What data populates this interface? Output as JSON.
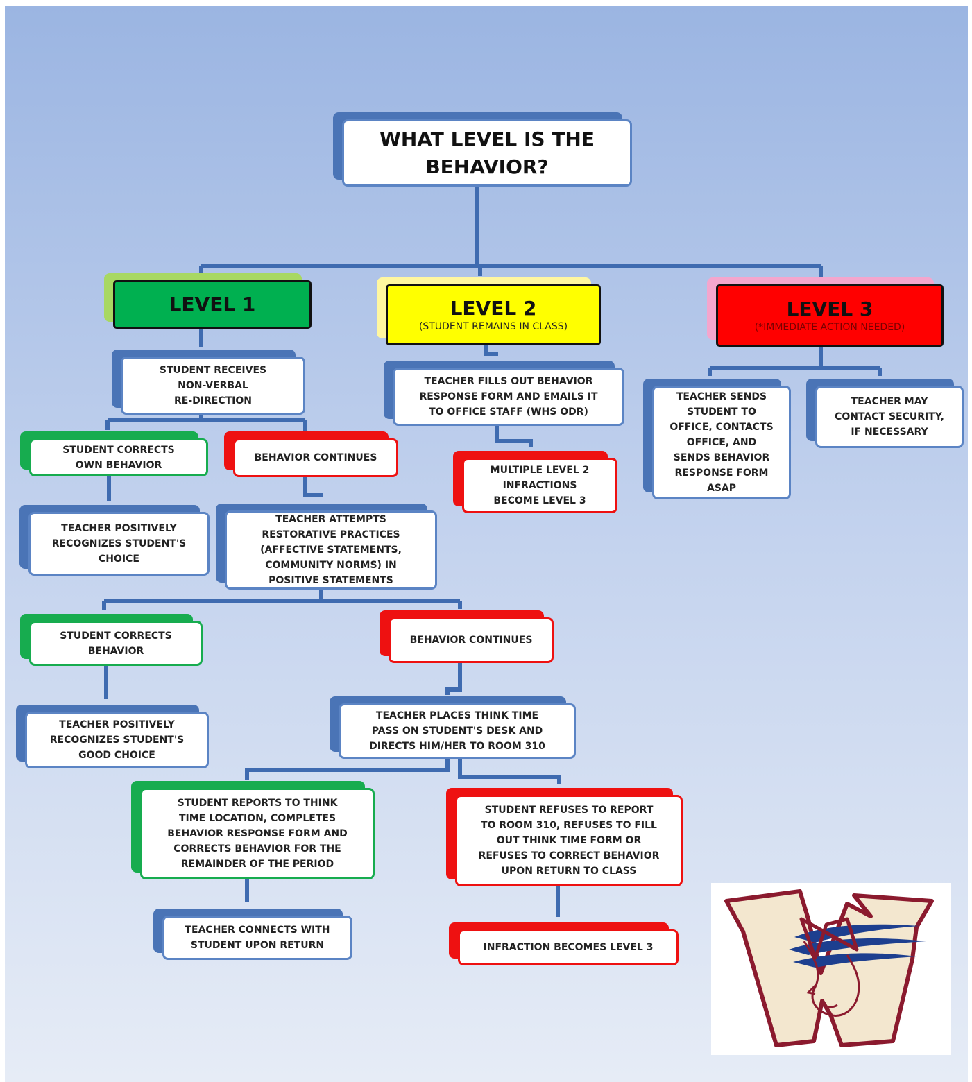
{
  "root": {
    "lines": [
      "WHAT LEVEL IS THE",
      "BEHAVIOR?"
    ]
  },
  "level1": {
    "title": "LEVEL 1",
    "step1": [
      "STUDENT RECEIVES",
      "NON-VERBAL",
      "RE-DIRECTION"
    ],
    "corrects_a": [
      "STUDENT CORRECTS",
      "OWN BEHAVIOR"
    ],
    "continues_a": [
      "BEHAVIOR CONTINUES"
    ],
    "recognize_a": [
      "TEACHER POSITIVELY",
      "RECOGNIZES STUDENT'S",
      "CHOICE"
    ],
    "restorative": [
      "TEACHER ATTEMPTS",
      "RESTORATIVE PRACTICES",
      "(AFFECTIVE STATEMENTS,",
      "COMMUNITY NORMS) IN",
      "POSITIVE STATEMENTS"
    ],
    "corrects_b": [
      "STUDENT CORRECTS",
      "BEHAVIOR"
    ],
    "continues_b": [
      "BEHAVIOR CONTINUES"
    ],
    "recognize_b": [
      "TEACHER POSITIVELY",
      "RECOGNIZES STUDENT'S",
      "GOOD CHOICE"
    ],
    "think_time": [
      "TEACHER PLACES THINK TIME",
      "PASS ON STUDENT'S DESK AND",
      "DIRECTS HIM/HER TO ROOM 310"
    ],
    "reports": [
      "STUDENT REPORTS TO THINK",
      "TIME LOCATION, COMPLETES",
      "BEHAVIOR RESPONSE FORM AND",
      "CORRECTS BEHAVIOR FOR THE",
      "REMAINDER OF THE PERIOD"
    ],
    "refuses": [
      "STUDENT REFUSES TO REPORT",
      "TO ROOM 310, REFUSES TO FILL",
      "OUT THINK TIME FORM OR",
      "REFUSES TO CORRECT BEHAVIOR",
      "UPON RETURN TO CLASS"
    ],
    "connects": [
      "TEACHER CONNECTS WITH",
      "STUDENT UPON RETURN"
    ],
    "becomes_l3": [
      "INFRACTION BECOMES LEVEL 3"
    ]
  },
  "level2": {
    "title": "LEVEL 2",
    "subtitle": "(STUDENT REMAINS IN CLASS)",
    "step1": [
      "TEACHER FILLS OUT BEHAVIOR",
      "RESPONSE FORM AND EMAILS IT",
      "TO OFFICE STAFF (WHS ODR)"
    ],
    "multiple": [
      "MULTIPLE LEVEL 2",
      "INFRACTIONS",
      "BECOME LEVEL 3"
    ]
  },
  "level3": {
    "title": "LEVEL 3",
    "subtitle": "(*IMMEDIATE ACTION NEEDED)",
    "sends": [
      "TEACHER SENDS",
      "STUDENT TO",
      "OFFICE, CONTACTS",
      "OFFICE, AND",
      "SENDS BEHAVIOR",
      "RESPONSE FORM",
      "ASAP"
    ],
    "security": [
      "TEACHER MAY",
      "CONTACT SECURITY,",
      "IF NECESSARY"
    ]
  },
  "colors": {
    "connector": "#3f6bb0",
    "green": "#17ac4f",
    "red": "#ee1111",
    "blue_shadow": "#4a74b6",
    "logo_red": "#8b1a2e",
    "logo_blue": "#1d3f8f"
  },
  "logo": {
    "icon": "letter-w-mascot-logo"
  }
}
